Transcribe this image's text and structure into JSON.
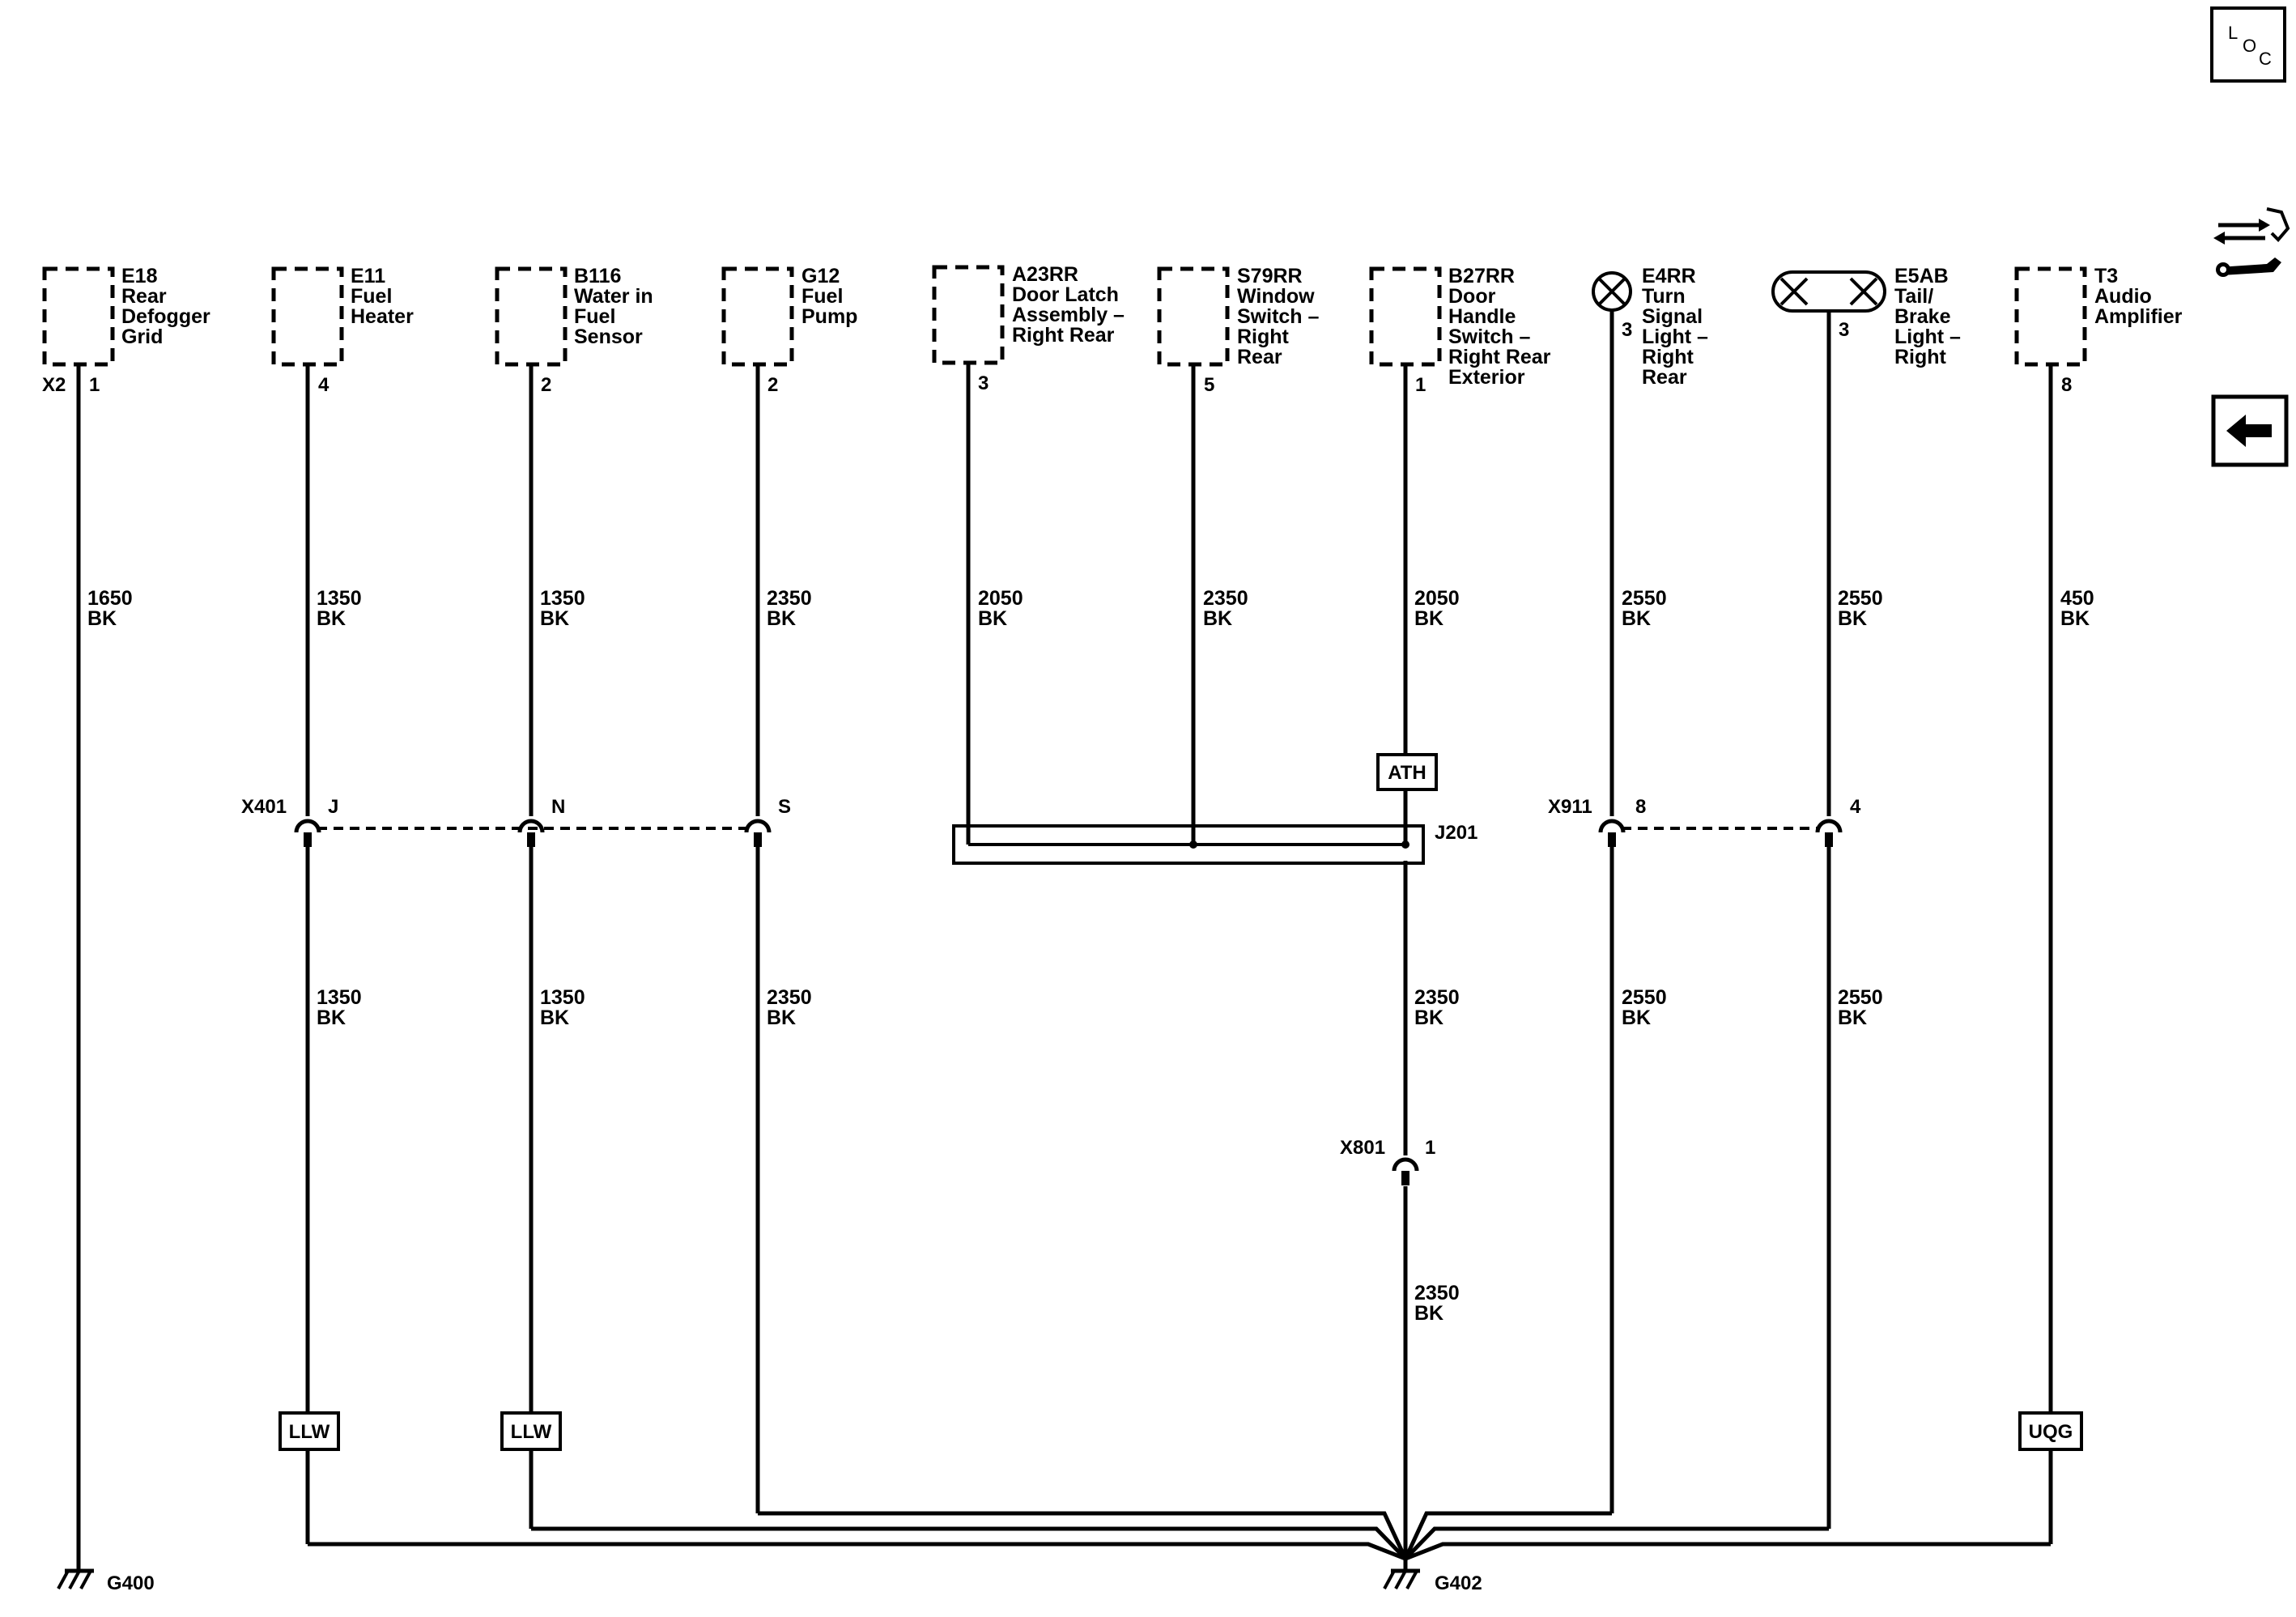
{
  "components": [
    {
      "id": "E18",
      "lines": [
        "E18",
        "Rear",
        "Defogger",
        "Grid"
      ],
      "pin": "1",
      "conn": "X2"
    },
    {
      "id": "E11",
      "lines": [
        "E11",
        "Fuel",
        "Heater"
      ],
      "pin": "4"
    },
    {
      "id": "B116",
      "lines": [
        "B116",
        "Water in",
        "Fuel",
        "Sensor"
      ],
      "pin": "2"
    },
    {
      "id": "G12",
      "lines": [
        "G12",
        "Fuel",
        "Pump"
      ],
      "pin": "2"
    },
    {
      "id": "A23RR",
      "lines": [
        "A23RR",
        "Door Latch",
        "Assembly –",
        "Right Rear"
      ],
      "pin": "3"
    },
    {
      "id": "S79RR",
      "lines": [
        "S79RR",
        "Window",
        "Switch –",
        "Right",
        "Rear"
      ],
      "pin": "5"
    },
    {
      "id": "B27RR",
      "lines": [
        "B27RR",
        "Door",
        "Handle",
        "Switch –",
        "Right Rear",
        "Exterior"
      ],
      "pin": "1"
    },
    {
      "id": "E4RR",
      "lines": [
        "E4RR",
        "Turn",
        "Signal",
        "Light –",
        "Right",
        "Rear"
      ],
      "pin": "3"
    },
    {
      "id": "E5AB",
      "lines": [
        "E5AB",
        "Tail/",
        "Brake",
        "Light –",
        "Right"
      ],
      "pin": "3"
    },
    {
      "id": "T3",
      "lines": [
        "T3",
        "Audio",
        "Amplifier"
      ],
      "pin": "8"
    }
  ],
  "wires_upper": [
    {
      "gauge": "1650",
      "color": "BK"
    },
    {
      "gauge": "1350",
      "color": "BK"
    },
    {
      "gauge": "1350",
      "color": "BK"
    },
    {
      "gauge": "2350",
      "color": "BK"
    },
    {
      "gauge": "2050",
      "color": "BK"
    },
    {
      "gauge": "2350",
      "color": "BK"
    },
    {
      "gauge": "2050",
      "color": "BK"
    },
    {
      "gauge": "2550",
      "color": "BK"
    },
    {
      "gauge": "2550",
      "color": "BK"
    },
    {
      "gauge": "450",
      "color": "BK"
    }
  ],
  "wires_lower": [
    {
      "gauge": "1350",
      "color": "BK"
    },
    {
      "gauge": "1350",
      "color": "BK"
    },
    {
      "gauge": "2350",
      "color": "BK"
    },
    {
      "gauge": "2350",
      "color": "BK"
    },
    {
      "gauge": "2550",
      "color": "BK"
    },
    {
      "gauge": "2550",
      "color": "BK"
    }
  ],
  "wire_bottom_b27": {
    "gauge": "2350",
    "color": "BK"
  },
  "connectors": {
    "x401": "X401",
    "x401_pins": [
      "J",
      "N",
      "S"
    ],
    "x911": "X911",
    "x911_pins": [
      "8",
      "4"
    ],
    "x801": "X801",
    "x801_pin": "1",
    "j201": "J201"
  },
  "tags": {
    "llw1": "LLW",
    "llw2": "LLW",
    "uqg": "UQG",
    "ath": "ATH"
  },
  "grounds": {
    "g400": "G400",
    "g402": "G402"
  },
  "side_icons": {
    "loc": [
      "L",
      "O",
      "C"
    ],
    "icons": [
      "loc-icon",
      "navigation-tool-icon",
      "back-arrow-icon"
    ]
  }
}
